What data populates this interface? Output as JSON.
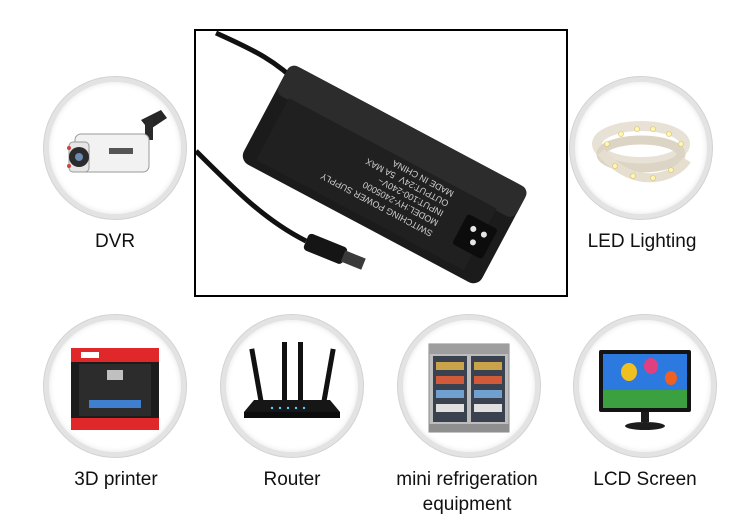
{
  "product": {
    "name": "SWITCHING POWER SUPPLY",
    "spec_lines": [
      "MODEL:HY-2405000",
      "INPUT:100-240V~",
      "OUTPUT:24V",
      "5A MAX",
      "MADE IN CHINA"
    ]
  },
  "applications": [
    {
      "label": "DVR",
      "icon": "security-camera-icon"
    },
    {
      "label": "LED Lighting",
      "icon": "led-strip-icon"
    },
    {
      "label": "3D printer",
      "icon": "3d-printer-icon"
    },
    {
      "label": "Router",
      "icon": "router-icon"
    },
    {
      "label": "mini refrigeration",
      "label_line2": "equipment",
      "icon": "mini-fridge-icon"
    },
    {
      "label": "LCD Screen",
      "icon": "lcd-monitor-icon"
    }
  ]
}
